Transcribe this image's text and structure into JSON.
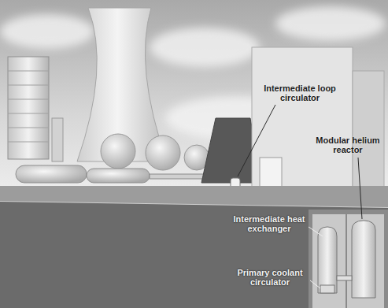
{
  "diagram": {
    "labels": [
      "Intermediate loop circulator",
      "Modular helium reactor",
      "Intermediate heat exchanger",
      "Primary coolant circulator"
    ]
  }
}
